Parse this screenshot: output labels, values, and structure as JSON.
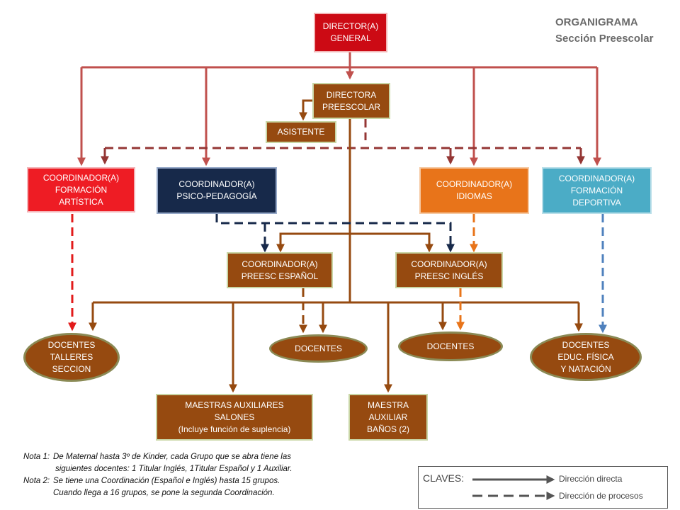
{
  "title": {
    "line1": "ORGANIGRAMA",
    "line2": "Sección Preescolar"
  },
  "boxes": {
    "director": "DIRECTOR(A)\nGENERAL",
    "directora": "DIRECTORA\nPREESCOLAR",
    "asistente": "ASISTENTE",
    "artistica": "COORDINADOR(A)\nFORMACIÓN\nARTÍSTICA",
    "psico": "COORDINADOR(A)\nPSICO-PEDAGOGÍA",
    "idiomas": "COORDINADOR(A)\nIDIOMAS",
    "deportiva": "COORDINADOR(A)\nFORMACIÓN\nDEPORTIVA",
    "preesc_espanol": "COORDINADOR(A)\nPREESC ESPAÑOL",
    "preesc_ingles": "COORDINADOR(A)\nPREESC INGLÉS",
    "maestras_aux": "MAESTRAS AUXILIARES\nSALONES\n(Incluye función de suplencia)",
    "maestra_banos": "MAESTRA\nAUXILIAR\nBAÑOS (2)"
  },
  "ovals": {
    "talleres": "DOCENTES\nTALLERES\nSECCION",
    "docentes1": "DOCENTES",
    "docentes2": "DOCENTES",
    "educ_fisica": "DOCENTES\nEDUC. FÍSICA\nY NATACIÓN"
  },
  "colors": {
    "director": "#cc0a14",
    "artistica": "#ee1c24",
    "psico": "#17294a",
    "idiomas": "#e8741a",
    "deportiva": "#4bacc6",
    "brown": "#964a10",
    "direct_line": "#c0504d",
    "process_line": "#943634"
  },
  "notes": [
    {
      "label": "Nota 1:",
      "text": " De Maternal hasta 3º  de Kinder, cada Grupo que se abra tiene las"
    },
    {
      "label": "",
      "text": "siguientes docentes: 1 Titular Inglés, 1Titular Español y 1 Auxiliar."
    },
    {
      "label": "Nota 2:",
      "text": "Se tiene una Coordinación  (Español e Inglés) hasta 15 grupos."
    },
    {
      "label": "",
      "text": "Cuando llega a 16 grupos, se pone la segunda Coordinación."
    }
  ],
  "keys": {
    "title": "CLAVES:",
    "direct": "Dirección directa",
    "process": "Dirección de procesos"
  }
}
